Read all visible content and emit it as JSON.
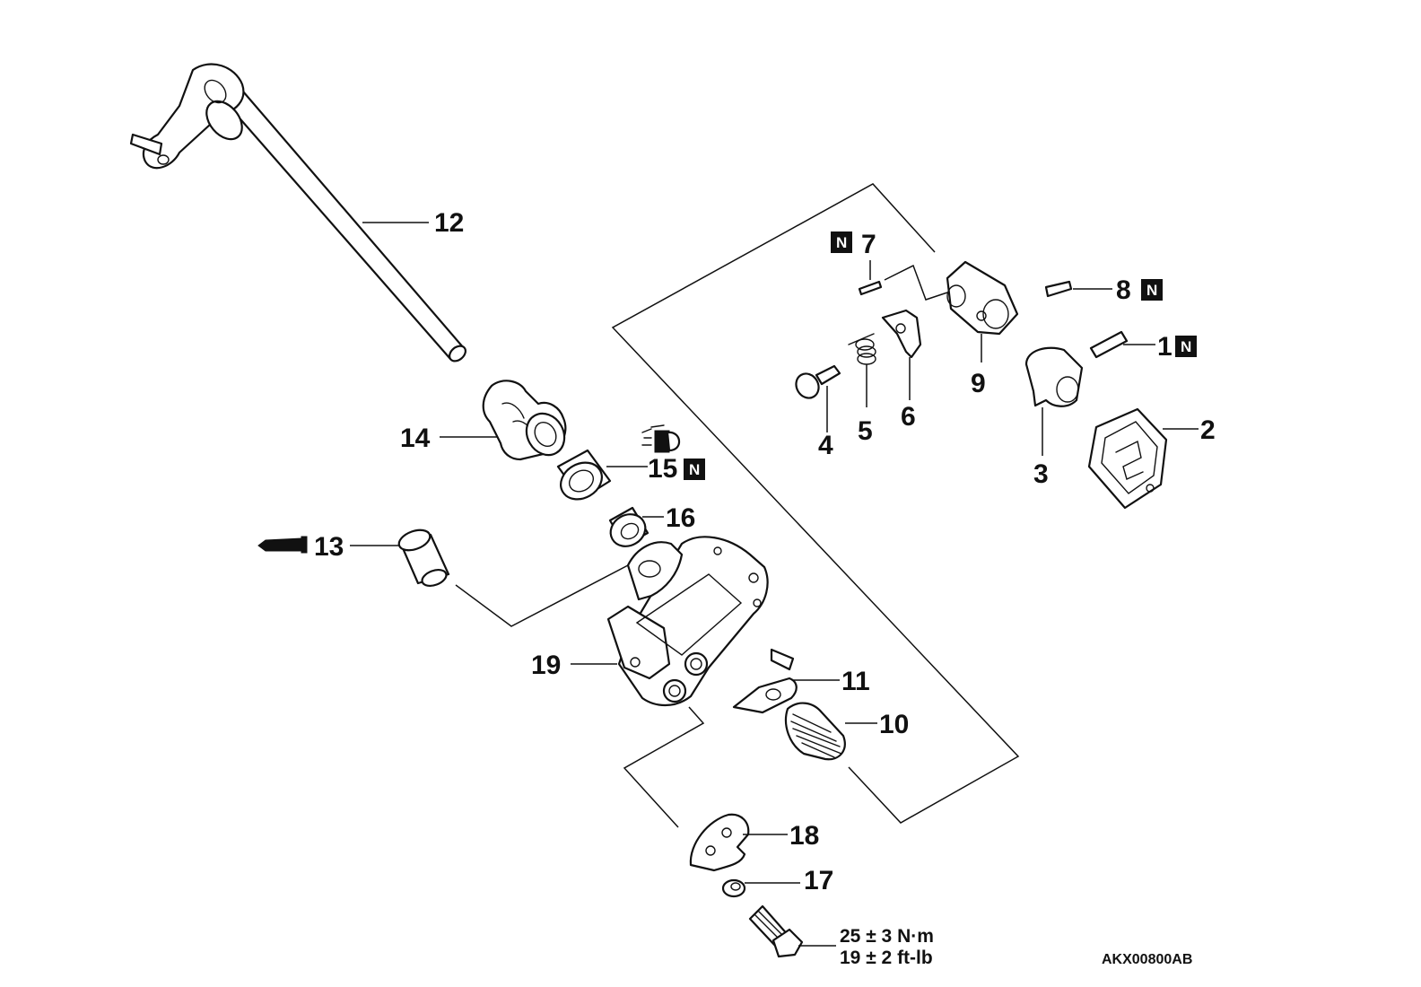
{
  "diagram": {
    "callouts": [
      {
        "id": "1",
        "label": "1"
      },
      {
        "id": "2",
        "label": "2"
      },
      {
        "id": "3",
        "label": "3"
      },
      {
        "id": "4",
        "label": "4"
      },
      {
        "id": "5",
        "label": "5"
      },
      {
        "id": "6",
        "label": "6"
      },
      {
        "id": "7",
        "label": "7"
      },
      {
        "id": "8",
        "label": "8"
      },
      {
        "id": "9",
        "label": "9"
      },
      {
        "id": "10",
        "label": "10"
      },
      {
        "id": "11",
        "label": "11"
      },
      {
        "id": "12",
        "label": "12"
      },
      {
        "id": "13",
        "label": "13"
      },
      {
        "id": "14",
        "label": "14"
      },
      {
        "id": "15",
        "label": "15"
      },
      {
        "id": "16",
        "label": "16"
      },
      {
        "id": "17",
        "label": "17"
      },
      {
        "id": "18",
        "label": "18"
      },
      {
        "id": "19",
        "label": "19"
      }
    ],
    "replace_symbol": "N",
    "torque_metric": "25 ± 3 N·m",
    "torque_imperial": "19 ± 2 ft-lb",
    "figure_code": "AKX00800AB",
    "colors": {
      "ink": "#111111",
      "paper": "#ffffff"
    },
    "icons": [
      "new-part-symbol",
      "grease-tube-icon",
      "lubricant-icon"
    ]
  }
}
